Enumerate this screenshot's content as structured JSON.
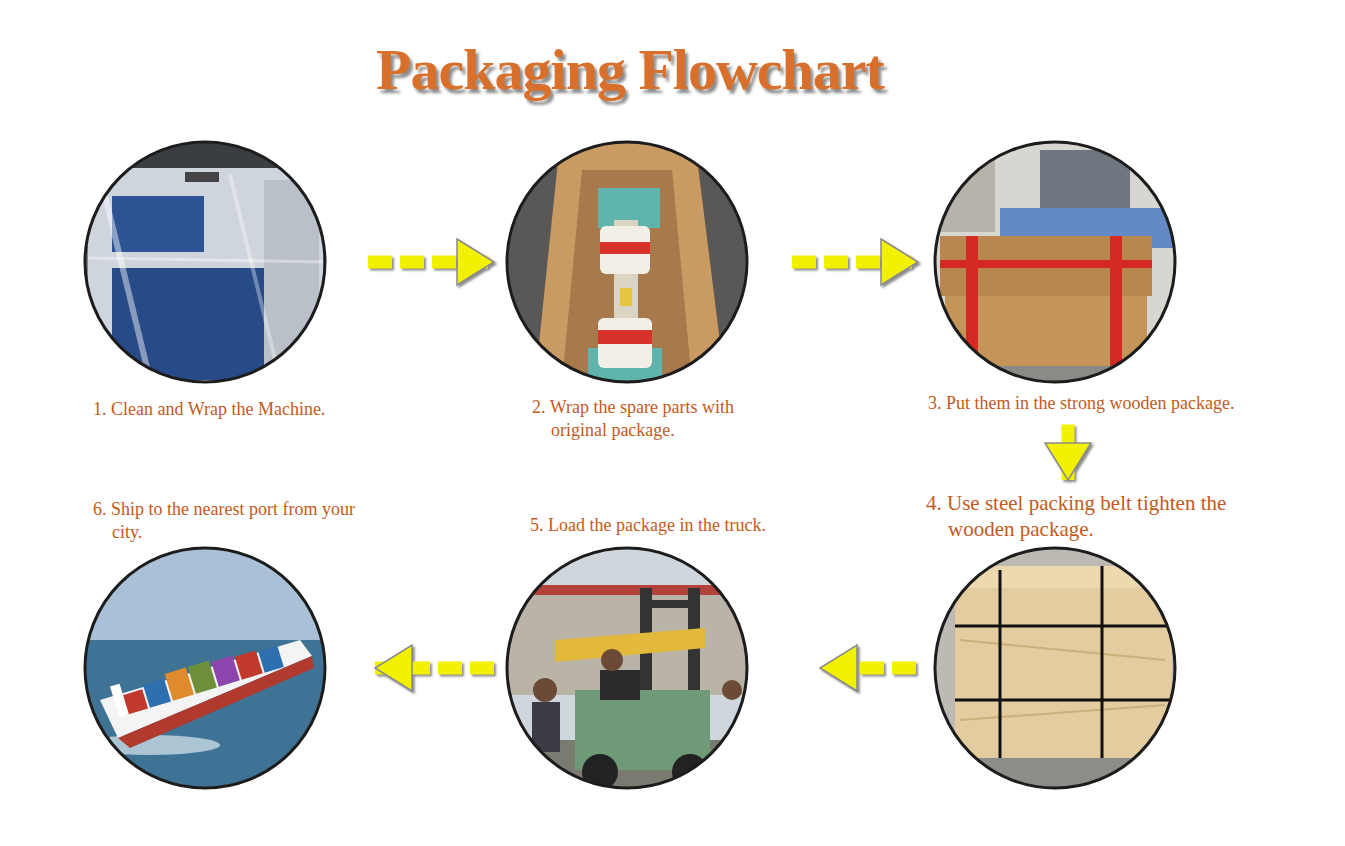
{
  "diagram": {
    "title": "Packaging Flowchart",
    "nodes": [
      {
        "text": [
          "1. Clean and Wrap the Machine."
        ]
      },
      {
        "text": [
          "2. Wrap the spare parts with original package."
        ]
      },
      {
        "text": [
          "3. Put them in the strong wooden package."
        ]
      },
      {
        "text": [
          "4. Use steel packing belt tighten the wooden package."
        ]
      },
      {
        "text": [
          "5. Load the package in the truck."
        ]
      },
      {
        "text": [
          "6. Ship to the nearest port from your city."
        ]
      }
    ],
    "edges": [
      {
        "from": 0,
        "to": 1,
        "arrow": "to"
      },
      {
        "from": 1,
        "to": 2,
        "arrow": "to"
      },
      {
        "from": 2,
        "to": 3,
        "arrow": "to"
      },
      {
        "from": 3,
        "to": 4,
        "arrow": "to"
      },
      {
        "from": 4,
        "to": 5,
        "arrow": "to"
      }
    ]
  }
}
